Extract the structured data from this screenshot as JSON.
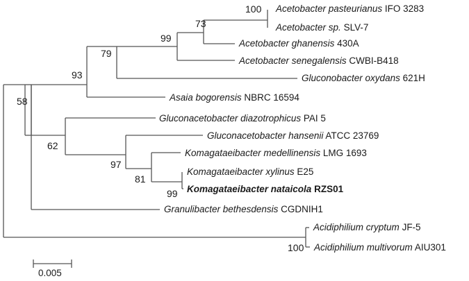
{
  "taxa": [
    {
      "id": "t1",
      "genus": "Acetobacter pasteurianus",
      "strain": "IFO 3283",
      "bold": false
    },
    {
      "id": "t2",
      "genus": "Acetobacter sp.",
      "strain": "SLV-7",
      "bold": false
    },
    {
      "id": "t3",
      "genus": "Acetobacter ghanensis",
      "strain": "430A",
      "bold": false
    },
    {
      "id": "t4",
      "genus": "Acetobacter senegalensis",
      "strain": "CWBI-B418",
      "bold": false
    },
    {
      "id": "t5",
      "genus": "Gluconobacter oxydans",
      "strain": "621H",
      "bold": false
    },
    {
      "id": "t6",
      "genus": "Asaia bogorensis",
      "strain": "NBRC 16594",
      "bold": false
    },
    {
      "id": "t7",
      "genus": "Gluconacetobacter diazotrophicus",
      "strain": "PAI 5",
      "bold": false
    },
    {
      "id": "t8",
      "genus": "Gluconacetobacter hansenii",
      "strain": "ATCC 23769",
      "bold": false
    },
    {
      "id": "t9",
      "genus": "Komagataeibacter medellinensis",
      "strain": "LMG 1693",
      "bold": false
    },
    {
      "id": "t10",
      "genus": "Komagataeibacter xylinus",
      "strain": "E25",
      "bold": false
    },
    {
      "id": "t11",
      "genus": "Komagataeibacter nataicola",
      "strain": "RZS01",
      "bold": true
    },
    {
      "id": "t12",
      "genus": "Granulibacter bethesdensis",
      "strain": "CGDNIH1",
      "bold": false
    },
    {
      "id": "t13",
      "genus": "Acidiphilium cryptum",
      "strain": "JF-5",
      "bold": false
    },
    {
      "id": "t14",
      "genus": "Acidiphilium multivorum",
      "strain": "AIU301",
      "bold": false
    }
  ],
  "bootstrap": {
    "b100a": "100",
    "b73": "73",
    "b99a": "99",
    "b79": "79",
    "b93": "93",
    "b58": "58",
    "b62": "62",
    "b97": "97",
    "b81": "81",
    "b99b": "99",
    "b100b": "100"
  },
  "scale_bar": {
    "label": "0.005",
    "value": 0.005
  }
}
